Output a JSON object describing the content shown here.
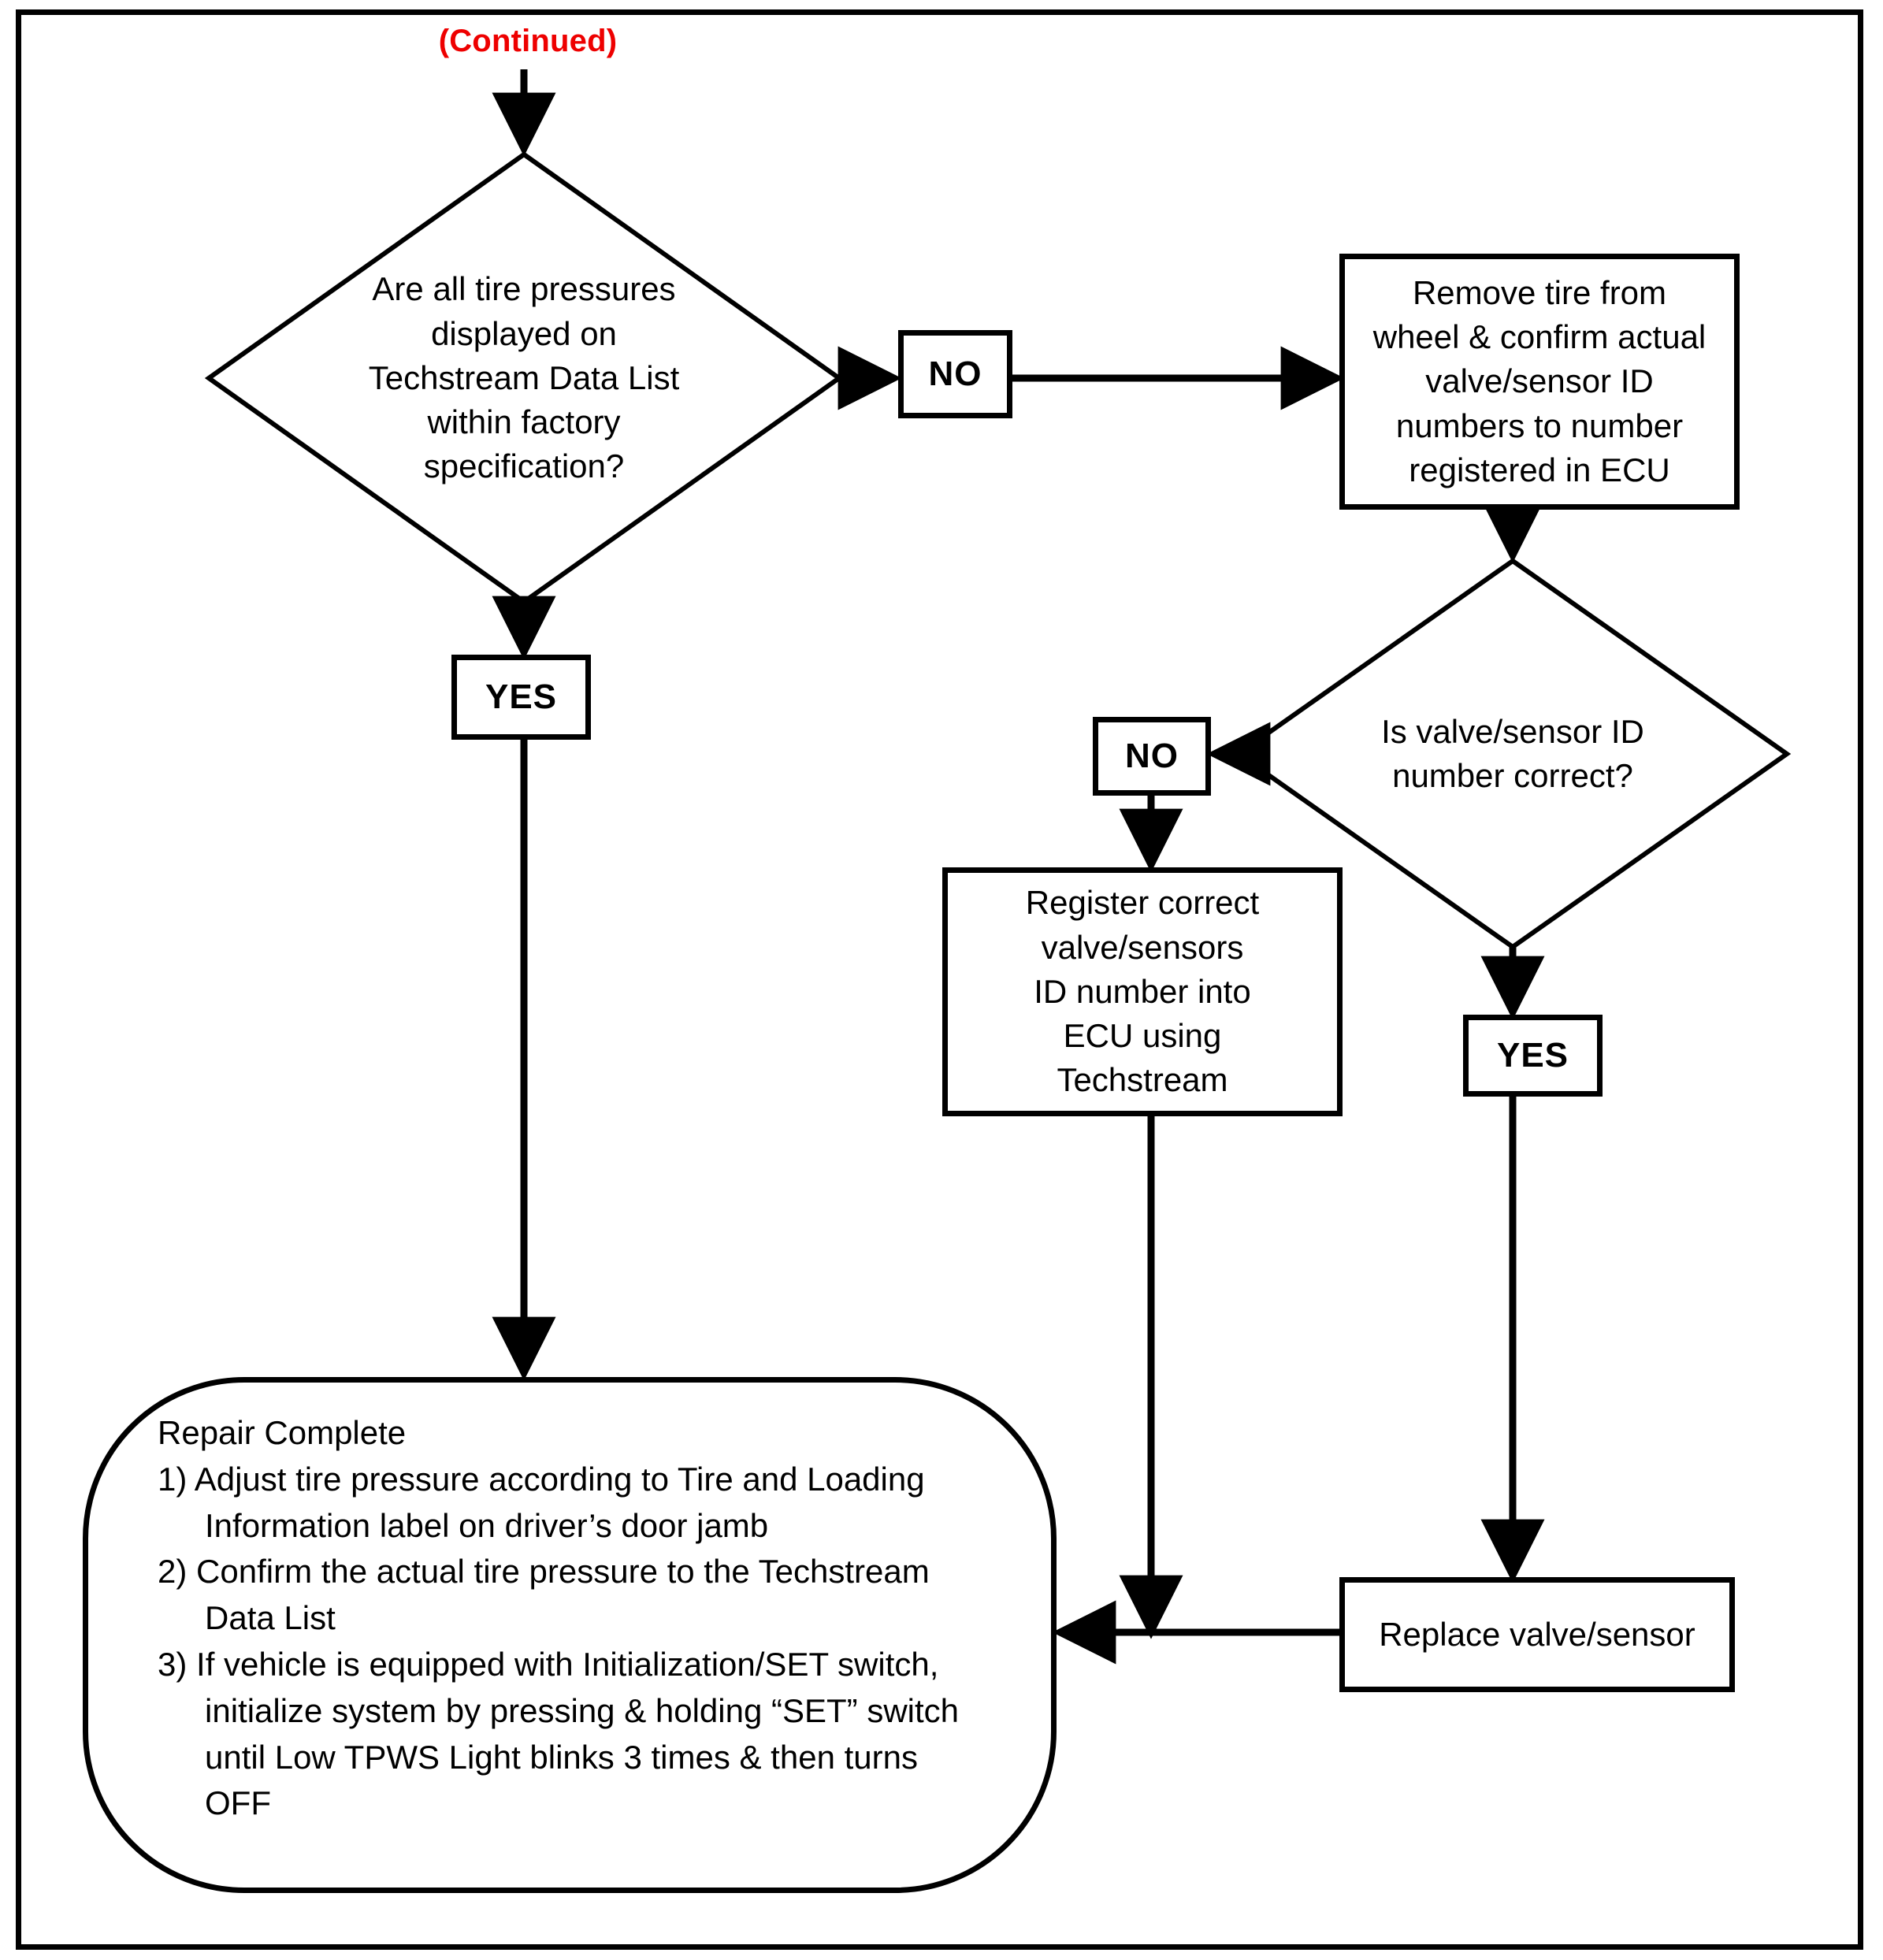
{
  "page": {
    "continued_label": "(Continued)",
    "accent_red": "#ee0000",
    "line_color": "#000000",
    "background": "#ffffff"
  },
  "nodes": {
    "decision_pressures": {
      "type": "decision",
      "text": "Are all tire pressures displayed on Techstream Data List within factory specification?",
      "lines": [
        "Are all tire pressures",
        "displayed on",
        "Techstream Data List",
        "within factory",
        "specification?"
      ]
    },
    "branch_no_1": {
      "type": "label",
      "text": "NO"
    },
    "branch_yes_1": {
      "type": "label",
      "text": "YES"
    },
    "process_remove_tire": {
      "type": "process",
      "text": "Remove tire from wheel & confirm actual valve/sensor ID numbers to number registered in ECU",
      "lines": [
        "Remove tire from",
        "wheel & confirm actual",
        "valve/sensor ID",
        "numbers to number",
        "registered in ECU"
      ]
    },
    "decision_id_correct": {
      "type": "decision",
      "text": "Is valve/sensor ID number correct?",
      "lines": [
        "Is valve/sensor ID",
        "number correct?"
      ]
    },
    "branch_no_2": {
      "type": "label",
      "text": "NO"
    },
    "branch_yes_2": {
      "type": "label",
      "text": "YES"
    },
    "process_register": {
      "type": "process",
      "text": "Register correct valve/sensors ID number into ECU using Techstream",
      "lines": [
        "Register correct",
        "valve/sensors",
        "ID number into",
        "ECU using",
        "Techstream"
      ]
    },
    "process_replace": {
      "type": "process",
      "text": "Replace valve/sensor",
      "lines": [
        "Replace valve/sensor"
      ]
    },
    "terminal_repair_complete": {
      "type": "terminal",
      "title": "Repair Complete",
      "steps": [
        {
          "num": "1)",
          "text": "Adjust tire pressure according to Tire and Loading Information label on driver’s door jamb"
        },
        {
          "num": "2)",
          "text": "Confirm the actual tire pressure to the Techstream Data List"
        },
        {
          "num": "3)",
          "text": "If vehicle is equipped with Initialization/SET switch, initialize system by pressing & holding “SET” switch until Low TPWS Light blinks 3 times & then turns OFF"
        }
      ]
    }
  }
}
